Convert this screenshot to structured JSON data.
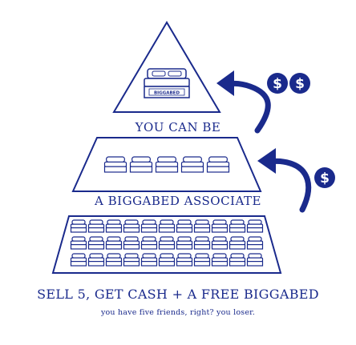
{
  "labels": {
    "tier1": "YOU CAN BE",
    "tier2": "A BIGGABED ASSOCIATE",
    "tier3": "SELL 5, GET CASH + A FREE BIGGABED",
    "caption": "you have five friends, right? you loser."
  },
  "bed_logo_text": "BIGGABED",
  "currency_symbol": "$",
  "tiers": [
    {
      "name": "top",
      "beds_per_row": [
        1
      ],
      "coins": 2
    },
    {
      "name": "middle",
      "beds_per_row": [
        5
      ],
      "coins": 1
    },
    {
      "name": "bottom",
      "beds_per_row": [
        11,
        11,
        11
      ]
    }
  ],
  "colors": {
    "ink": "#1a2a8c",
    "background": "#ffffff"
  }
}
